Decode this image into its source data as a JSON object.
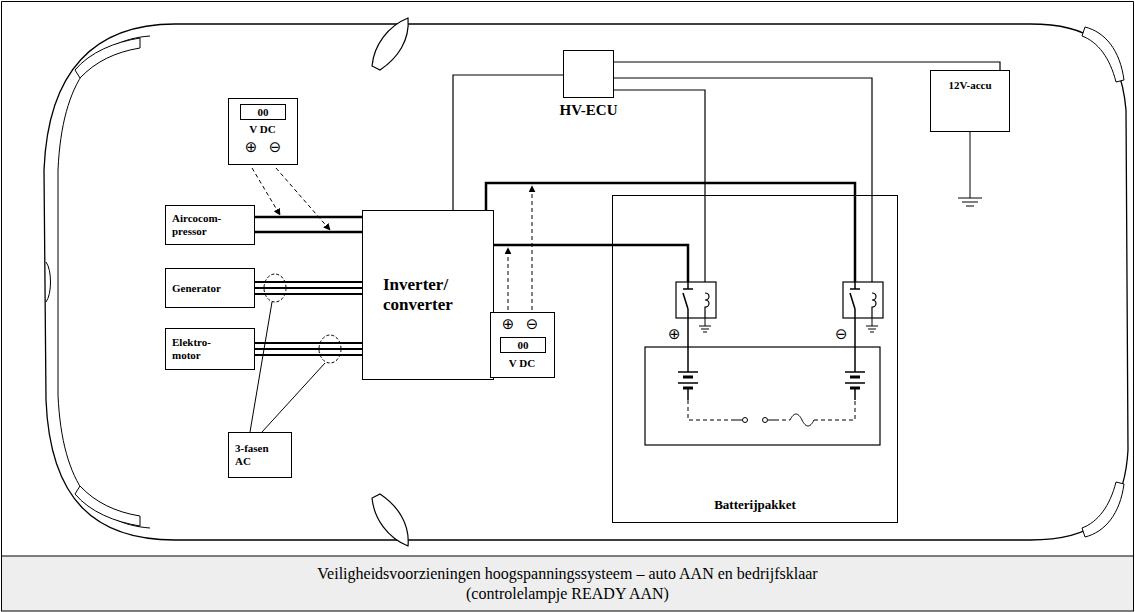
{
  "diagram": {
    "caption": "Veiligheidsvoorzieningen hoogspanningssysteem – auto AAN en bedrijfsklaar (controlelampje READY AAN)",
    "nodes": [
      {
        "text": [
          "HV-ECU"
        ]
      },
      {
        "text": [
          "12V-accu"
        ]
      },
      {
        "text": [
          "00",
          "V DC",
          "⊕",
          "⊖"
        ]
      },
      {
        "text": [
          "Aircocom- pressor"
        ]
      },
      {
        "text": [
          "Inverter/ converter"
        ]
      },
      {
        "text": [
          "Batterijpakket"
        ]
      },
      {
        "text": [
          "Generator"
        ]
      },
      {
        "text": [
          "⊕",
          "⊖",
          "00",
          "V DC"
        ]
      },
      {
        "text": [
          "Elektro- motor"
        ]
      },
      {
        "text": [
          "3-fasen AC"
        ]
      }
    ],
    "edges": [
      {
        "from": 3,
        "to": 4,
        "arrow": "none"
      },
      {
        "from": 6,
        "to": 4,
        "arrow": "none"
      },
      {
        "from": 8,
        "to": 4,
        "arrow": "none"
      },
      {
        "from": 4,
        "to": 0,
        "arrow": "none"
      },
      {
        "from": 4,
        "to": 5,
        "arrow": "none"
      },
      {
        "from": 0,
        "to": 1,
        "arrow": "none"
      }
    ],
    "labels": [
      "⊕",
      "⊖"
    ]
  }
}
